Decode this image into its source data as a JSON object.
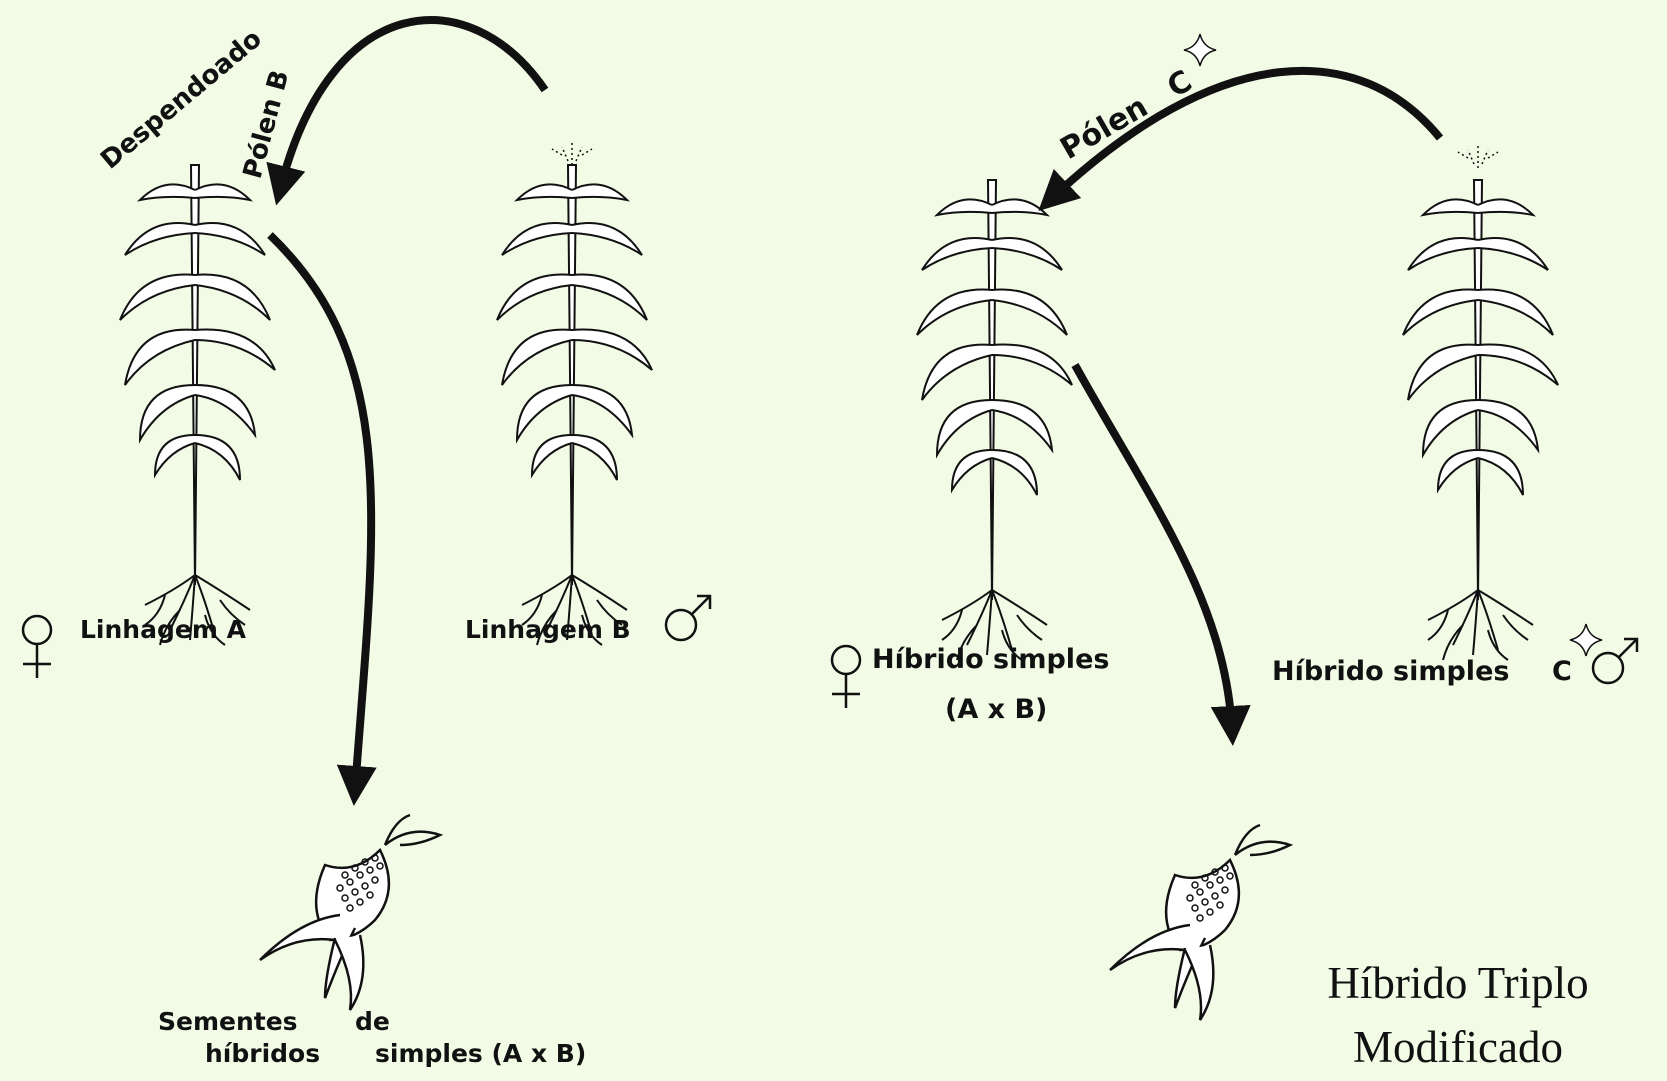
{
  "left_panel": {
    "despendoado": "Despendoado",
    "polen_b": "Pólen B",
    "linhagem_a": "Linhagem A",
    "linhagem_b": "Linhagem B",
    "sementes_line1": "Sementes",
    "sementes_de": "de",
    "sementes_line2": "híbridos",
    "sementes_simples": "simples (A x B)"
  },
  "right_panel": {
    "polen_c": "Pólen",
    "polen_c_letter": "C",
    "hibrido_simples_female": "Híbrido simples",
    "hibrido_ab": "(A x B)",
    "hibrido_simples_male": "Híbrido simples",
    "hibrido_c_letter": "C",
    "title_line1": "Híbrido Triplo",
    "title_line2": "Modificado"
  },
  "colors": {
    "background": "#f2fbe6",
    "ink": "#111111"
  }
}
